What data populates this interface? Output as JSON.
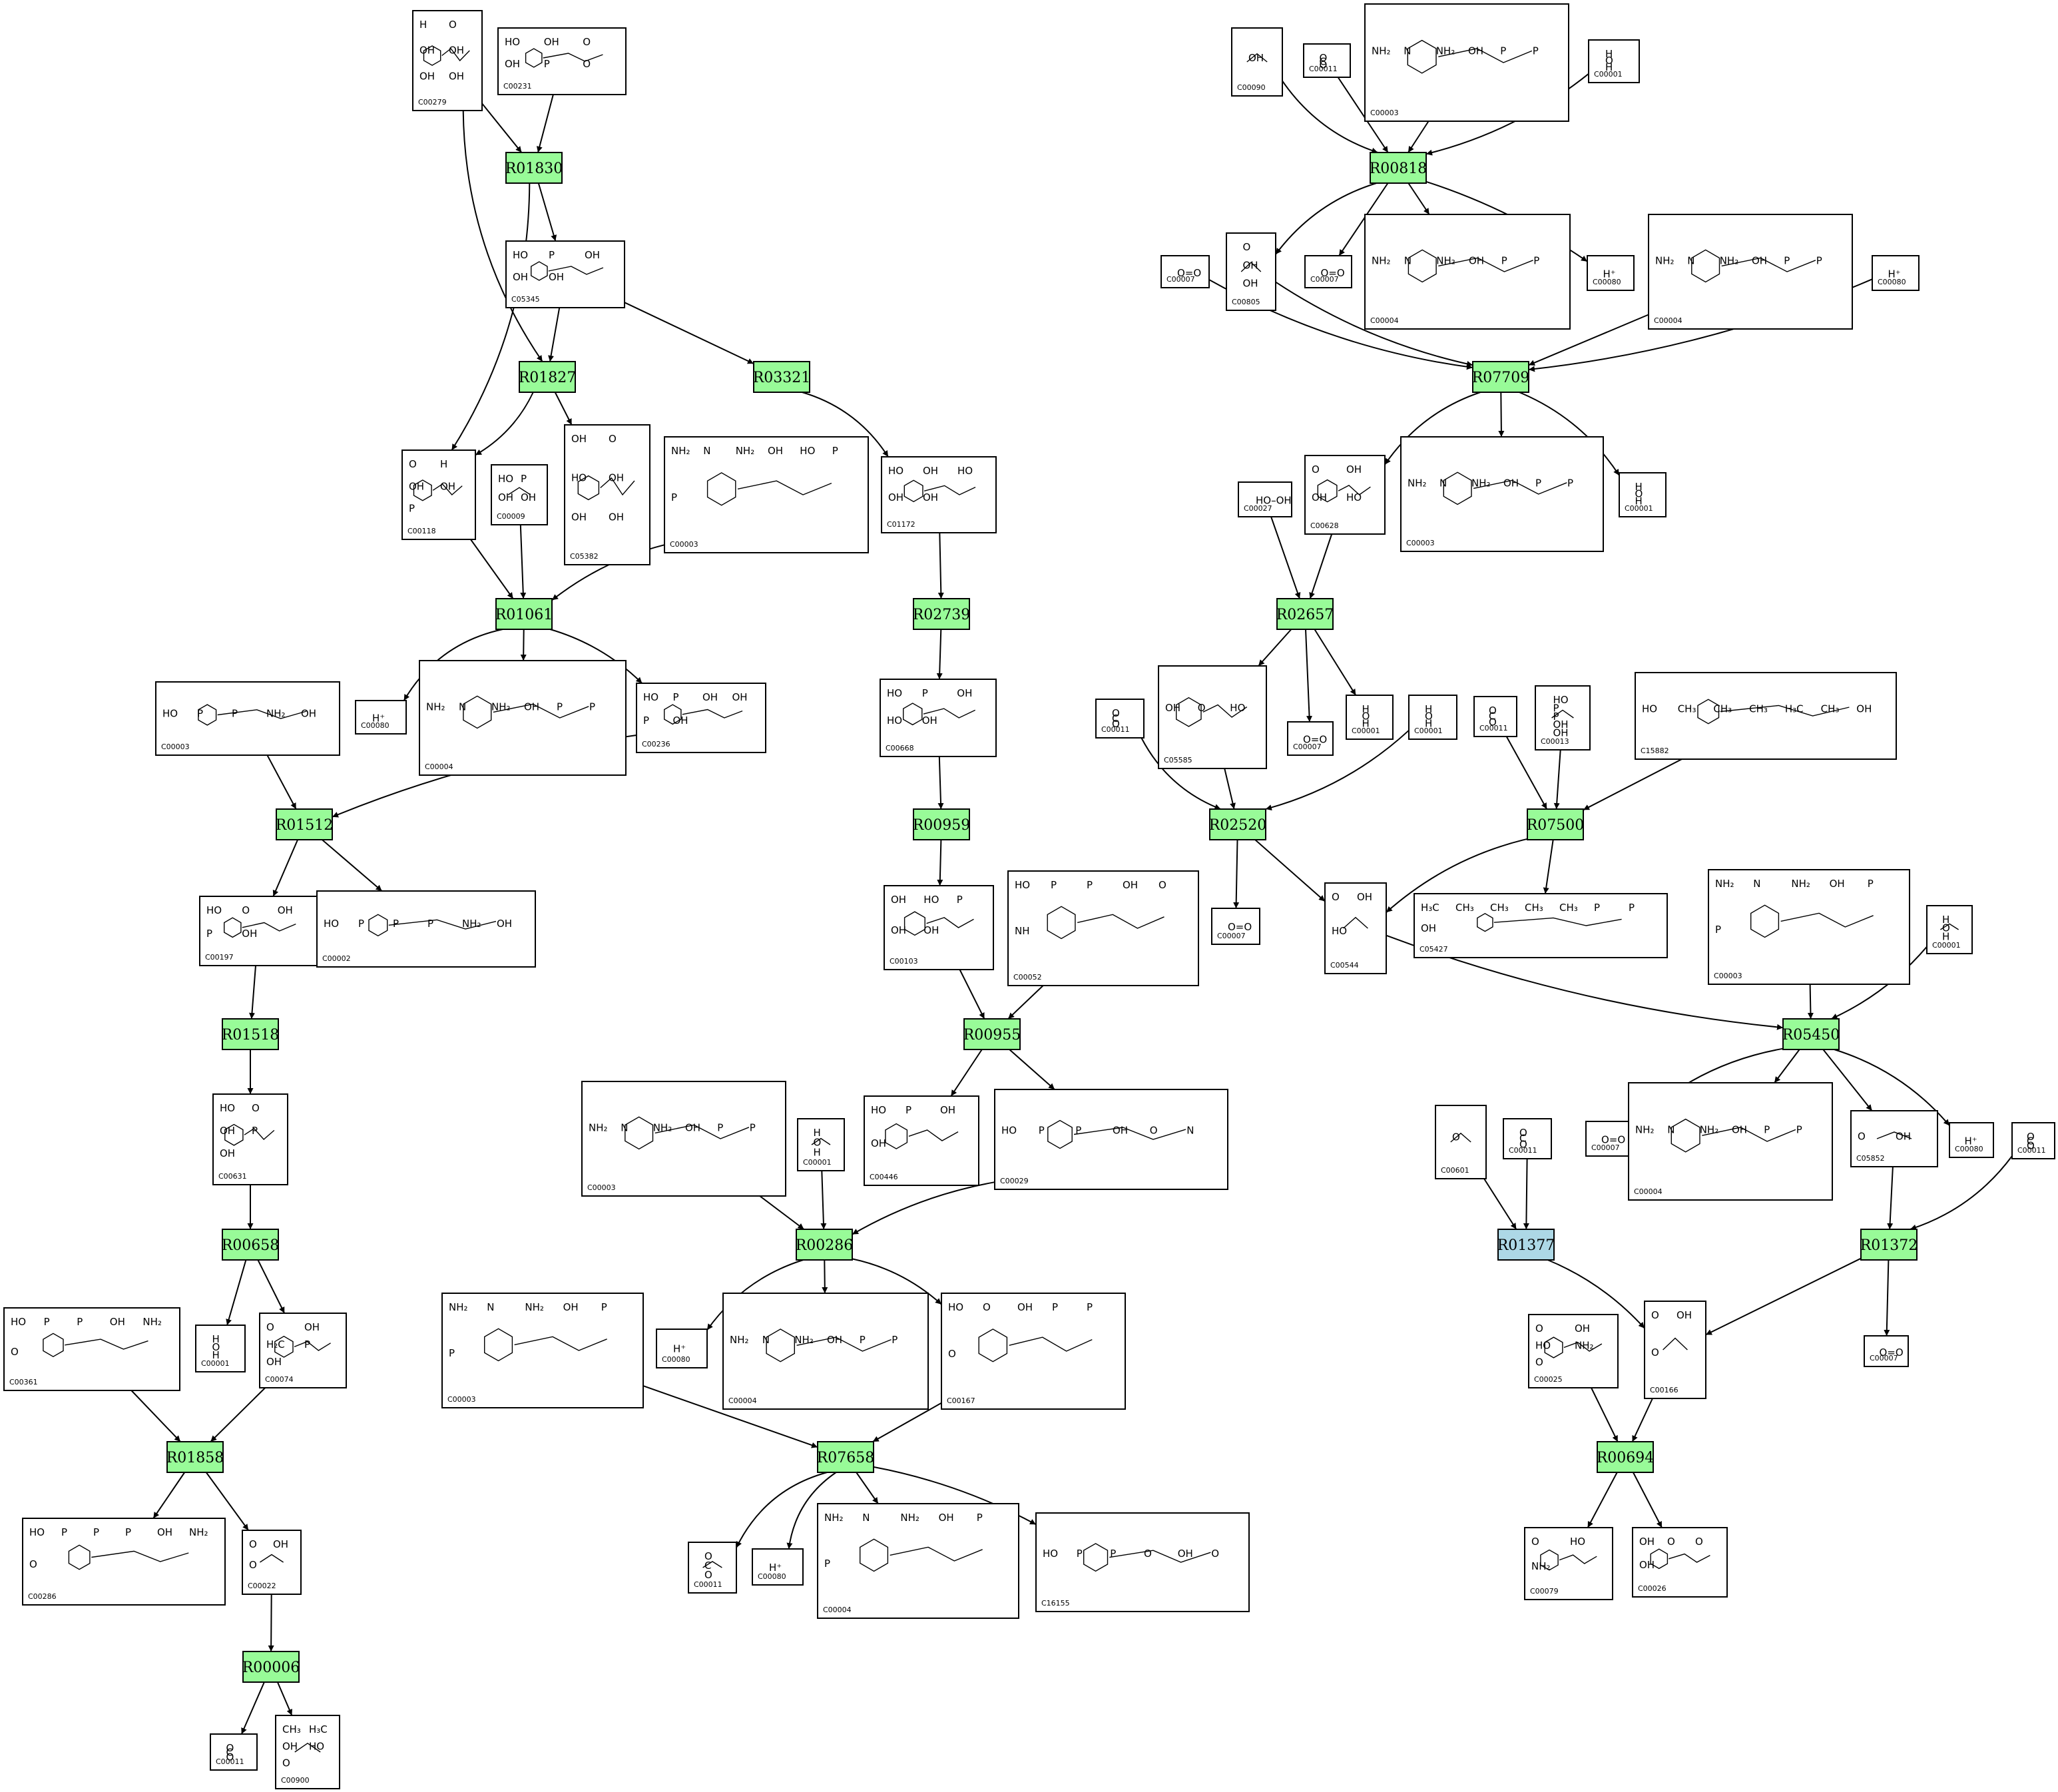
{
  "diagram": {
    "colors": {
      "reaction_fill": "#98fb98",
      "reaction_fill_alt": "#add8e6",
      "compound_fill": "#ffffff",
      "stroke": "#000000"
    },
    "reactions": [
      {
        "id": "R01830"
      },
      {
        "id": "R01827"
      },
      {
        "id": "R03321"
      },
      {
        "id": "R01061"
      },
      {
        "id": "R02739"
      },
      {
        "id": "R01512"
      },
      {
        "id": "R00959"
      },
      {
        "id": "R01518"
      },
      {
        "id": "R00955"
      },
      {
        "id": "R00658"
      },
      {
        "id": "R00286"
      },
      {
        "id": "R01858"
      },
      {
        "id": "R07658"
      },
      {
        "id": "R00006"
      },
      {
        "id": "R00818"
      },
      {
        "id": "R07709"
      },
      {
        "id": "R02657"
      },
      {
        "id": "R02520"
      },
      {
        "id": "R07500"
      },
      {
        "id": "R05450"
      },
      {
        "id": "R01377",
        "alt": true
      },
      {
        "id": "R01372"
      },
      {
        "id": "R00694"
      }
    ],
    "compounds": [
      {
        "uid": "a1",
        "id": "C00279",
        "glyphs": [
          "H",
          "O",
          "OH",
          "OH",
          "OH",
          "OH"
        ]
      },
      {
        "uid": "a2",
        "id": "C00231",
        "glyphs": [
          "HO",
          "OH",
          "O",
          "OH",
          "P",
          "O"
        ]
      },
      {
        "uid": "a3",
        "id": "C05345",
        "glyphs": [
          "HO",
          "P",
          "OH",
          "OH",
          "OH"
        ]
      },
      {
        "uid": "a4",
        "id": "C00118",
        "glyphs": [
          "O",
          "H",
          "OH",
          "OH",
          "P"
        ]
      },
      {
        "uid": "a5",
        "id": "C00009",
        "glyphs": [
          "HO",
          "P",
          "OH",
          "OH"
        ]
      },
      {
        "uid": "a6",
        "id": "C05382",
        "glyphs": [
          "OH",
          "O",
          "HO",
          "OH",
          "OH",
          "OH"
        ]
      },
      {
        "uid": "a7",
        "id": "C00003",
        "glyphs": [
          "NH₂",
          "N",
          "NH₂",
          "OH",
          "HO",
          "P",
          "P"
        ]
      },
      {
        "uid": "a8",
        "id": "C01172",
        "glyphs": [
          "HO",
          "OH",
          "HO",
          "OH",
          "OH"
        ]
      },
      {
        "uid": "a9",
        "id": "C00080",
        "glyphs": [
          "H⁺"
        ]
      },
      {
        "uid": "a10",
        "id": "C00004",
        "glyphs": [
          "NH₂",
          "N",
          "NH₂",
          "OH",
          "P",
          "P"
        ]
      },
      {
        "uid": "a11",
        "id": "C00236",
        "glyphs": [
          "HO",
          "P",
          "OH",
          "OH",
          "P",
          "OH"
        ]
      },
      {
        "uid": "a12",
        "id": "C00668",
        "glyphs": [
          "HO",
          "P",
          "OH",
          "HO",
          "OH"
        ]
      },
      {
        "uid": "a13",
        "id": "C00003",
        "glyphs": [
          "HO",
          "P",
          "P",
          "NH₂",
          "OH"
        ]
      },
      {
        "uid": "a14",
        "id": "C00197",
        "glyphs": [
          "HO",
          "O",
          "OH",
          "P",
          "OH"
        ]
      },
      {
        "uid": "a15",
        "id": "C00002",
        "glyphs": [
          "HO",
          "P",
          "P",
          "P",
          "NH₂",
          "OH"
        ]
      },
      {
        "uid": "a16",
        "id": "C00103",
        "glyphs": [
          "OH",
          "HO",
          "P",
          "OH",
          "OH"
        ]
      },
      {
        "uid": "a17",
        "id": "C00052",
        "glyphs": [
          "HO",
          "P",
          "P",
          "OH",
          "O",
          "NH"
        ]
      },
      {
        "uid": "a18",
        "id": "C00631",
        "glyphs": [
          "HO",
          "O",
          "OH",
          "P",
          "OH"
        ]
      },
      {
        "uid": "a19",
        "id": "C00446",
        "glyphs": [
          "HO",
          "P",
          "OH",
          "OH"
        ]
      },
      {
        "uid": "a20",
        "id": "C00029",
        "glyphs": [
          "HO",
          "P",
          "P",
          "OH",
          "O",
          "N"
        ]
      },
      {
        "uid": "a21",
        "id": "C00003",
        "glyphs": [
          "NH₂",
          "N",
          "NH₂",
          "OH",
          "P",
          "P"
        ]
      },
      {
        "uid": "a22",
        "id": "C00001",
        "glyphs": [
          "H",
          "O",
          "H"
        ]
      },
      {
        "uid": "a23",
        "id": "C00001",
        "glyphs": [
          "H",
          "O",
          "H"
        ]
      },
      {
        "uid": "a24",
        "id": "C00074",
        "glyphs": [
          "O",
          "OH",
          "H₂C",
          "P",
          "OH"
        ]
      },
      {
        "uid": "a25",
        "id": "C00361",
        "glyphs": [
          "HO",
          "P",
          "P",
          "OH",
          "NH₂",
          "O"
        ]
      },
      {
        "uid": "a26",
        "id": "C00080",
        "glyphs": [
          "H⁺"
        ]
      },
      {
        "uid": "a27",
        "id": "C00004",
        "glyphs": [
          "NH₂",
          "N",
          "NH₂",
          "OH",
          "P",
          "P"
        ]
      },
      {
        "uid": "a28",
        "id": "C00167",
        "glyphs": [
          "HO",
          "O",
          "OH",
          "P",
          "P",
          "O"
        ]
      },
      {
        "uid": "a29",
        "id": "C00003",
        "glyphs": [
          "NH₂",
          "N",
          "NH₂",
          "OH",
          "P",
          "P"
        ]
      },
      {
        "uid": "a30",
        "id": "C00286",
        "glyphs": [
          "HO",
          "P",
          "P",
          "P",
          "OH",
          "NH₂",
          "O"
        ]
      },
      {
        "uid": "a31",
        "id": "C00022",
        "glyphs": [
          "O",
          "OH",
          "O"
        ]
      },
      {
        "uid": "a32",
        "id": "C00011",
        "glyphs": [
          "O",
          "C",
          "O"
        ]
      },
      {
        "uid": "a33",
        "id": "C00080",
        "glyphs": [
          "H⁺"
        ]
      },
      {
        "uid": "a34",
        "id": "C00004",
        "glyphs": [
          "NH₂",
          "N",
          "NH₂",
          "OH",
          "P",
          "P"
        ]
      },
      {
        "uid": "a35",
        "id": "C16155",
        "glyphs": [
          "HO",
          "P",
          "P",
          "O",
          "OH",
          "O"
        ]
      },
      {
        "uid": "a36",
        "id": "C00011",
        "glyphs": [
          "O",
          "C",
          "O"
        ]
      },
      {
        "uid": "a37",
        "id": "C00900",
        "glyphs": [
          "CH₃",
          "H₃C",
          "OH",
          "HO",
          "O"
        ]
      },
      {
        "uid": "b1",
        "id": "C00090",
        "glyphs": [
          "OH"
        ]
      },
      {
        "uid": "b2",
        "id": "C00011",
        "glyphs": [
          "O",
          "C",
          "O"
        ]
      },
      {
        "uid": "b3",
        "id": "C00003",
        "glyphs": [
          "NH₂",
          "N",
          "NH₂",
          "OH",
          "P",
          "P"
        ]
      },
      {
        "uid": "b4",
        "id": "C00001",
        "glyphs": [
          "H",
          "O",
          "H"
        ]
      },
      {
        "uid": "b5",
        "id": "C00007",
        "glyphs": [
          "O=O"
        ]
      },
      {
        "uid": "b6",
        "id": "C00805",
        "glyphs": [
          "O",
          "OH",
          "OH"
        ]
      },
      {
        "uid": "b7",
        "id": "C00007",
        "glyphs": [
          "O=O"
        ]
      },
      {
        "uid": "b8",
        "id": "C00004",
        "glyphs": [
          "NH₂",
          "N",
          "NH₂",
          "OH",
          "P",
          "P"
        ]
      },
      {
        "uid": "b9",
        "id": "C00080",
        "glyphs": [
          "H⁺"
        ]
      },
      {
        "uid": "b10",
        "id": "C00004",
        "glyphs": [
          "NH₂",
          "N",
          "NH₂",
          "OH",
          "P",
          "P"
        ]
      },
      {
        "uid": "b11",
        "id": "C00080",
        "glyphs": [
          "H⁺"
        ]
      },
      {
        "uid": "b12",
        "id": "C00027",
        "glyphs": [
          "HO–OH"
        ]
      },
      {
        "uid": "b13",
        "id": "C00628",
        "glyphs": [
          "O",
          "OH",
          "OH",
          "HO"
        ]
      },
      {
        "uid": "b14",
        "id": "C00003",
        "glyphs": [
          "NH₂",
          "N",
          "NH₂",
          "OH",
          "P",
          "P"
        ]
      },
      {
        "uid": "b15",
        "id": "C00001",
        "glyphs": [
          "H",
          "O",
          "H"
        ]
      },
      {
        "uid": "b16",
        "id": "C00011",
        "glyphs": [
          "O",
          "C",
          "O"
        ]
      },
      {
        "uid": "b17",
        "id": "C05585",
        "glyphs": [
          "OH",
          "O",
          "HO"
        ]
      },
      {
        "uid": "b18",
        "id": "C00007",
        "glyphs": [
          "O=O"
        ]
      },
      {
        "uid": "b19",
        "id": "C00001",
        "glyphs": [
          "H",
          "O",
          "H"
        ]
      },
      {
        "uid": "b20",
        "id": "C00001",
        "glyphs": [
          "H",
          "O",
          "H"
        ]
      },
      {
        "uid": "b21",
        "id": "C00011",
        "glyphs": [
          "O",
          "C",
          "O"
        ]
      },
      {
        "uid": "b22",
        "id": "C00013",
        "glyphs": [
          "HO",
          "P",
          "P",
          "OH",
          "OH"
        ]
      },
      {
        "uid": "b23",
        "id": "C15882",
        "glyphs": [
          "HO",
          "CH₃",
          "CH₃",
          "CH₃",
          "H₃C",
          "CH₃",
          "OH"
        ]
      },
      {
        "uid": "b24",
        "id": "C00007",
        "glyphs": [
          "O=O"
        ]
      },
      {
        "uid": "b25",
        "id": "C00544",
        "glyphs": [
          "O",
          "OH",
          "HO"
        ]
      },
      {
        "uid": "b26",
        "id": "C05427",
        "glyphs": [
          "H₃C",
          "CH₃",
          "CH₃",
          "CH₃",
          "CH₃",
          "P",
          "P",
          "OH"
        ]
      },
      {
        "uid": "b27",
        "id": "C00003",
        "glyphs": [
          "NH₂",
          "N",
          "NH₂",
          "OH",
          "P",
          "P"
        ]
      },
      {
        "uid": "b28",
        "id": "C00001",
        "glyphs": [
          "H",
          "O",
          "H"
        ]
      },
      {
        "uid": "b29",
        "id": "C00007",
        "glyphs": [
          "O=O"
        ]
      },
      {
        "uid": "b30",
        "id": "C00004",
        "glyphs": [
          "NH₂",
          "N",
          "NH₂",
          "OH",
          "P",
          "P"
        ]
      },
      {
        "uid": "b31",
        "id": "C05852",
        "glyphs": [
          "O",
          "OH"
        ]
      },
      {
        "uid": "b32",
        "id": "C00080",
        "glyphs": [
          "H⁺"
        ]
      },
      {
        "uid": "b33",
        "id": "C00011",
        "glyphs": [
          "O",
          "C",
          "O"
        ]
      },
      {
        "uid": "b34",
        "id": "C00601",
        "glyphs": [
          "O"
        ]
      },
      {
        "uid": "b35",
        "id": "C00011",
        "glyphs": [
          "O",
          "C",
          "O"
        ]
      },
      {
        "uid": "b36",
        "id": "C00166",
        "glyphs": [
          "O",
          "OH",
          "O"
        ]
      },
      {
        "uid": "b37",
        "id": "C00007",
        "glyphs": [
          "O=O"
        ]
      },
      {
        "uid": "b38",
        "id": "C00025",
        "glyphs": [
          "O",
          "OH",
          "HO",
          "NH₂",
          "O"
        ]
      },
      {
        "uid": "b39",
        "id": "C00079",
        "glyphs": [
          "O",
          "HO",
          "NH₂"
        ]
      },
      {
        "uid": "b40",
        "id": "C00026",
        "glyphs": [
          "OH",
          "O",
          "O",
          "OH"
        ]
      }
    ]
  }
}
